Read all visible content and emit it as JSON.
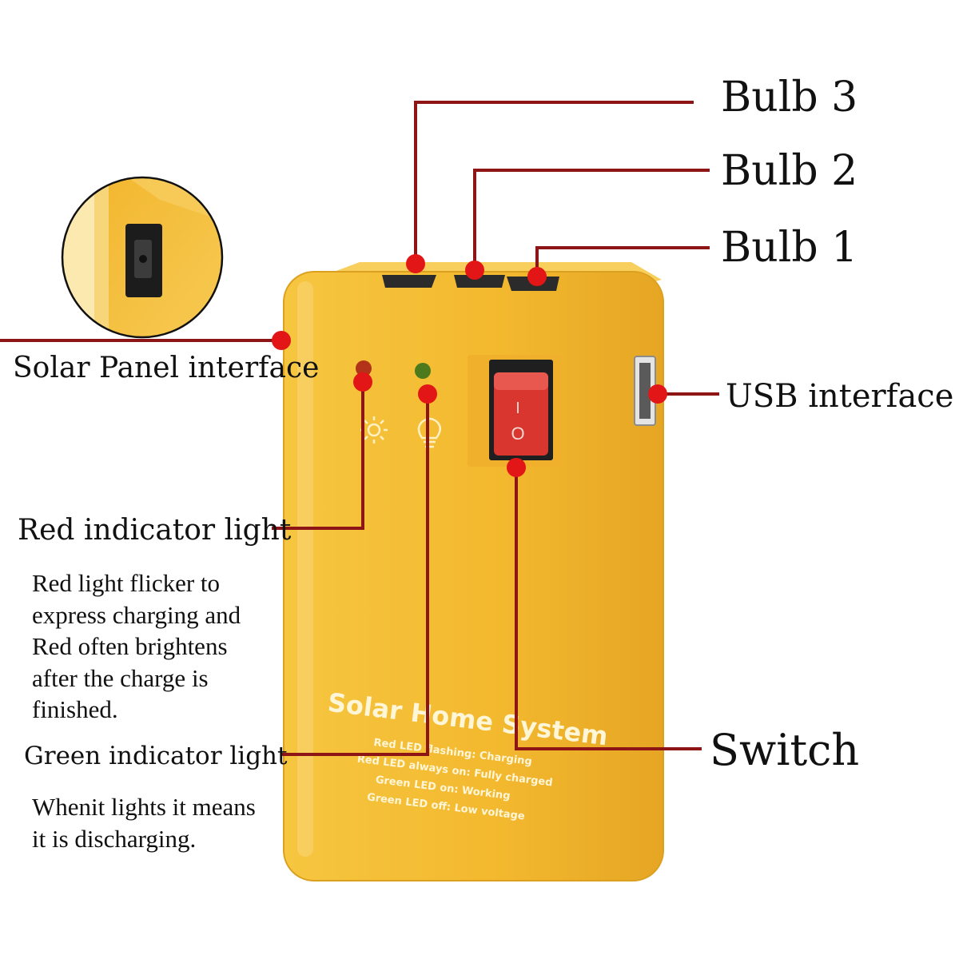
{
  "colors": {
    "device_body": "#f3b92f",
    "device_edge": "#d89a1c",
    "callout_line": "#8e1515",
    "callout_dot": "#e21616",
    "switch_red": "#d9362f"
  },
  "labels": {
    "bulb3": "Bulb 3",
    "bulb2": "Bulb 2",
    "bulb1": "Bulb 1",
    "solar_panel": "Solar Panel interface",
    "usb": "USB interface",
    "red_indicator": "Red indicator light",
    "green_indicator": "Green indicator light",
    "switch": "Switch"
  },
  "red_description": [
    "Red light flicker to",
    "express charging and",
    "Red often brightens",
    "after the charge is",
    "finished."
  ],
  "green_description": [
    "Whenit lights it means",
    "it is discharging."
  ],
  "device": {
    "brand_text": "Solar Home System",
    "status_lines": [
      "Red LED flashing: Charging",
      "Red LED always on: Fully charged",
      "Green LED on: Working",
      "Green LED off: Low voltage"
    ],
    "switch_on_symbol": "I",
    "switch_off_symbol": "O"
  },
  "icons": {
    "red_led_icon": "sun-icon",
    "green_led_icon": "bulb-icon",
    "inset": "dc-jack-closeup"
  }
}
